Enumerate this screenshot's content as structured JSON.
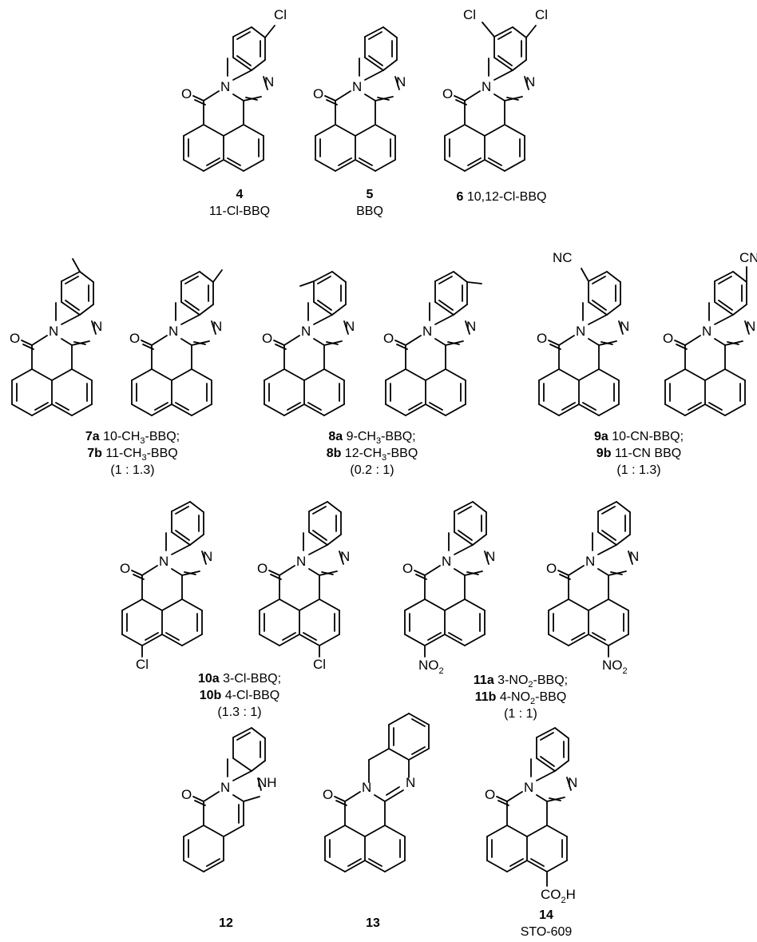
{
  "atoms": {
    "N": "N",
    "O": "O",
    "Cl": "Cl",
    "NC": "NC",
    "CN": "CN",
    "NH": "NH",
    "NO": "NO",
    "two": "2",
    "three": "3",
    "CO": "CO",
    "H": "H"
  },
  "compounds": [
    {
      "id": "c4",
      "number": "4",
      "name": "11-Cl-BBQ"
    },
    {
      "id": "c5",
      "number": "5",
      "name": "BBQ"
    },
    {
      "id": "c6",
      "number": "6",
      "name": " 10,12-Cl-BBQ"
    },
    {
      "id": "c7",
      "line1_number": "7a",
      "line1_text": " 10-CH",
      "line1_tail": "-BBQ;",
      "line2_number": "7b",
      "line2_text": " 11-CH",
      "line2_tail": "-BBQ",
      "ratio": "(1 : 1.3)"
    },
    {
      "id": "c8",
      "line1_number": "8a",
      "line1_text": " 9-CH",
      "line1_tail": "-BBQ;",
      "line2_number": "8b",
      "line2_text": " 12-CH",
      "line2_tail": "-BBQ",
      "ratio": "(0.2 : 1)"
    },
    {
      "id": "c9",
      "line1_number": "9a",
      "line1_text": " 10-CN-BBQ;",
      "line2_number": "9b",
      "line2_text": " 11-CN BBQ",
      "ratio": "(1 : 1.3)"
    },
    {
      "id": "c10",
      "line1_number": "10a",
      "line1_text": " 3-Cl-BBQ;",
      "line2_number": "10b",
      "line2_text": " 4-Cl-BBQ",
      "ratio": "(1.3 : 1)"
    },
    {
      "id": "c11",
      "line1_number": "11a",
      "line1_text": " 3-NO",
      "line1_tail": "-BBQ;",
      "line2_number": "11b",
      "line2_text": " 4-NO",
      "line2_tail": "-BBQ",
      "ratio": "(1 : 1)"
    },
    {
      "id": "c12",
      "number": "12"
    },
    {
      "id": "c13",
      "number": "13"
    },
    {
      "id": "c14",
      "number": "14",
      "name": "STO-609"
    }
  ]
}
